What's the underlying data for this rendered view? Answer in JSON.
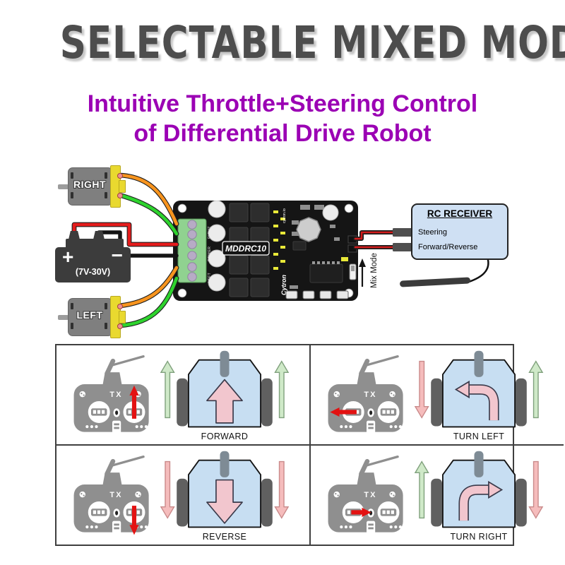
{
  "title": "SELECTABLE MIXED MODE",
  "subtitle": {
    "line1": "Intuitive Throttle+Steering Control",
    "line2": "of Differential Drive Robot"
  },
  "colors": {
    "title_gray": "#4d4d4d",
    "subtitle_purple": "#9b00b4",
    "wire_orange": "#f7941e",
    "wire_green": "#2ed32e",
    "wire_red": "#e51c1c",
    "wire_black": "#141414",
    "pcb_black": "#151515",
    "terminal_green": "#90d290",
    "receiver_blue": "#cfe0f3",
    "robot_body_blue": "#c7def2",
    "wheel_arrow_green": "#cfe9c8",
    "wheel_arrow_pink": "#f5bcbc",
    "motion_arrow_pink": "#f2c6ce",
    "stick_arrow_red": "#e31212",
    "motor_yellow": "#e9d92f"
  },
  "diagram": {
    "right_motor_label": "RIGHT",
    "left_motor_label": "LEFT",
    "battery": {
      "plus": "+",
      "minus": "−",
      "voltage": "(7V-30V)"
    },
    "board": {
      "name": "MDDRC10",
      "brand": "Cytron",
      "site": "cytron.io",
      "silk_right": "RIGHT",
      "silk_power": "POWER",
      "silk_left": "LEFT"
    },
    "mix_mode_label": "Mix Mode",
    "receiver": {
      "title": "RC RECEIVER",
      "channel1": "Steering",
      "channel2": "Forward/Reverse"
    }
  },
  "grid": {
    "tx_label": "TX",
    "quadrants": [
      {
        "label": "FORWARD",
        "stick_input": "right-stick-up",
        "left_wheel": "forward",
        "right_wheel": "forward"
      },
      {
        "label": "TURN LEFT",
        "stick_input": "left-stick-left",
        "left_wheel": "reverse",
        "right_wheel": "forward"
      },
      {
        "label": "REVERSE",
        "stick_input": "right-stick-down",
        "left_wheel": "reverse",
        "right_wheel": "reverse"
      },
      {
        "label": "TURN RIGHT",
        "stick_input": "left-stick-right",
        "left_wheel": "forward",
        "right_wheel": "reverse"
      }
    ]
  }
}
